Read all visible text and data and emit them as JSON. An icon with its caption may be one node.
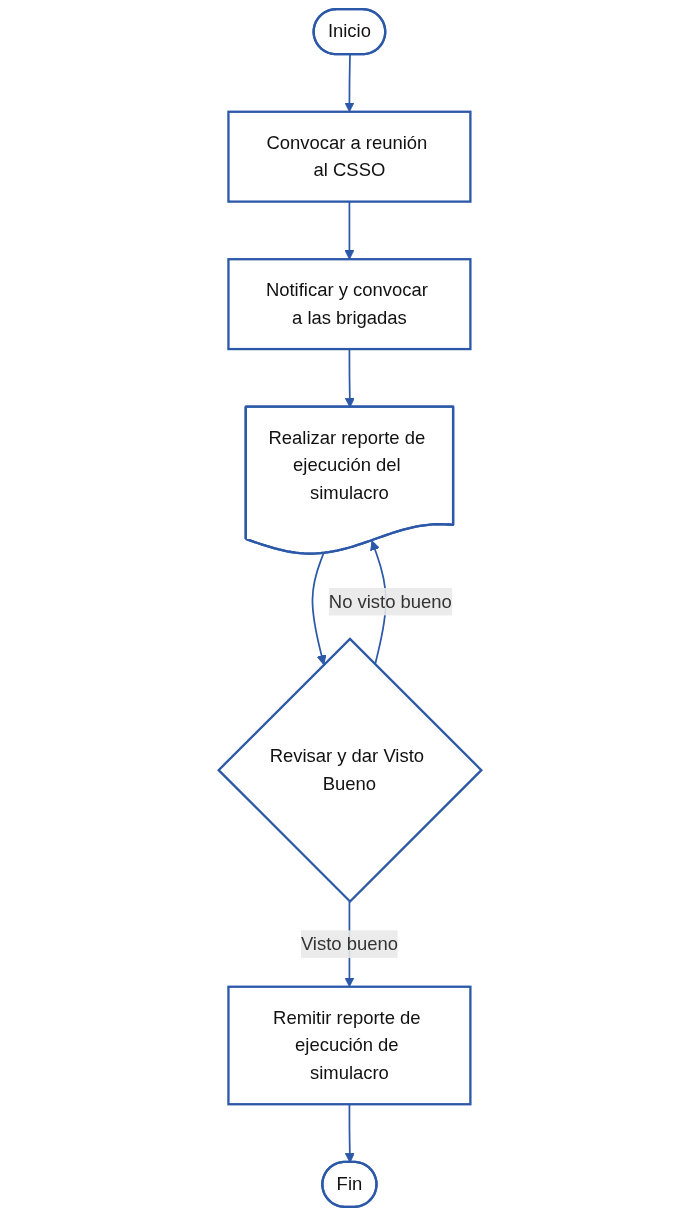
{
  "diagram": {
    "nodes": [
      {
        "text": [
          "Inicio"
        ]
      },
      {
        "text": [
          "Convocar a reunión al CSSO"
        ]
      },
      {
        "text": [
          "Notificar y convocar a las brigadas"
        ]
      },
      {
        "text": [
          "Realizar reporte de ejecución del simulacro"
        ]
      },
      {
        "text": [
          "Revisar y dar Visto Bueno"
        ]
      },
      {
        "text": [
          "Remitir reporte de ejecución de simulacro"
        ]
      },
      {
        "text": [
          "Fin"
        ]
      }
    ],
    "edges": [
      {
        "from": 0,
        "to": 1,
        "arrow": "to"
      },
      {
        "from": 1,
        "to": 2,
        "arrow": "to"
      },
      {
        "from": 2,
        "to": 3,
        "arrow": "to"
      },
      {
        "from": 3,
        "to": 4,
        "arrow": "to"
      },
      {
        "from": 4,
        "to": 3,
        "label": "No visto bueno",
        "arrow": "to"
      },
      {
        "from": 4,
        "to": 5,
        "label": "Visto bueno",
        "arrow": "to"
      },
      {
        "from": 5,
        "to": 6,
        "arrow": "to"
      }
    ]
  }
}
